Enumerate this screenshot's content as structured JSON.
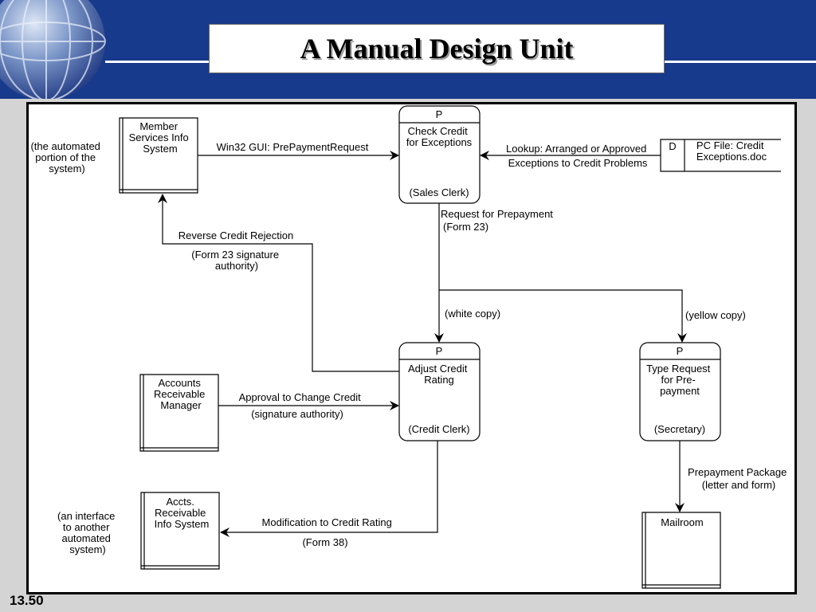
{
  "slide": {
    "title": "A Manual Design Unit",
    "number": "13.50"
  },
  "nodes": {
    "member_services": {
      "lines": [
        "Member",
        "Services Info",
        "System"
      ]
    },
    "member_note": {
      "lines": [
        "(the automated",
        "portion of the",
        "system)"
      ]
    },
    "check_credit": {
      "id": "P",
      "lines": [
        "Check Credit",
        "for Exceptions"
      ],
      "actor": "(Sales Clerk)"
    },
    "pc_file": {
      "id": "D",
      "lines": [
        "PC File: Credit",
        "Exceptions.doc"
      ]
    },
    "adjust_credit": {
      "id": "P",
      "lines": [
        "Adjust Credit",
        "Rating"
      ],
      "actor": "(Credit Clerk)"
    },
    "type_request": {
      "id": "P",
      "lines": [
        "Type Request",
        "for Pre-",
        "payment"
      ],
      "actor": "(Secretary)"
    },
    "accounts_manager": {
      "lines": [
        "Accounts",
        "Receivable",
        "Manager"
      ]
    },
    "accts_info": {
      "lines": [
        "Accts.",
        "Receivable",
        "Info System"
      ]
    },
    "accts_note": {
      "lines": [
        "(an interface",
        "to another",
        "automated",
        "system)"
      ]
    },
    "mailroom": {
      "lines": [
        "Mailroom"
      ]
    }
  },
  "flows": {
    "win32": {
      "lines": [
        "Win32 GUI: PrePaymentRequest"
      ]
    },
    "lookup": {
      "lines": [
        "Lookup: Arranged or Approved",
        "Exceptions to Credit Problems"
      ]
    },
    "request_prepayment": {
      "lines": [
        "Request for Prepayment",
        "(Form 23)"
      ]
    },
    "reverse_credit": {
      "lines": [
        "Reverse Credit Rejection"
      ]
    },
    "form23_sig": {
      "lines": [
        "(Form 23 signature",
        "authority)"
      ]
    },
    "white_copy": {
      "lines": [
        "(white copy)"
      ]
    },
    "yellow_copy": {
      "lines": [
        "(yellow copy)"
      ]
    },
    "approval": {
      "lines": [
        "Approval to Change Credit",
        "(signature authority)"
      ]
    },
    "prepayment_package": {
      "lines": [
        "Prepayment Package",
        "(letter and form)"
      ]
    },
    "modification": {
      "lines": [
        "Modification to Credit Rating",
        "(Form 38)"
      ]
    }
  }
}
